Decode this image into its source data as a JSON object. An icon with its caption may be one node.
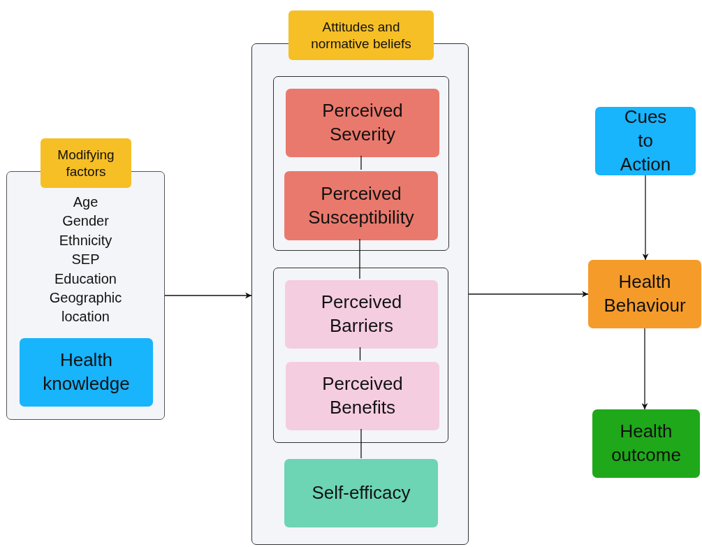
{
  "diagram": {
    "nodes": [
      {
        "text": [
          "Age",
          "Gender",
          "Ethnicity",
          "SEP",
          "Education",
          "Geographic location"
        ]
      },
      {
        "text": [
          "Modifying factors"
        ]
      },
      {
        "text": [
          "Health knowledge"
        ],
        "in": 0
      },
      {
        "text": [],
        "shape": "box"
      },
      {
        "text": [
          "Attitudes and normative beliefs"
        ]
      },
      {
        "text": [],
        "shape": "box",
        "in": 3
      },
      {
        "text": [
          "Perceived Severity"
        ],
        "in": 5
      },
      {
        "text": [
          "Perceived Susceptibility"
        ],
        "in": 5
      },
      {
        "text": [],
        "shape": "box",
        "in": 3
      },
      {
        "text": [
          "Perceived Barriers"
        ],
        "in": 8
      },
      {
        "text": [
          "Perceived Benefits"
        ],
        "in": 8
      },
      {
        "text": [
          "Self-efficacy"
        ],
        "in": 3
      },
      {
        "text": [
          "Cues to Action"
        ]
      },
      {
        "text": [
          "Health Behaviour"
        ]
      },
      {
        "text": [
          "Health outcome"
        ]
      }
    ],
    "edges": [
      {
        "from": 0,
        "to": 3,
        "arrow": "to"
      },
      {
        "from": 3,
        "to": 13,
        "arrow": "to"
      },
      {
        "from": 12,
        "to": 13,
        "arrow": "to"
      },
      {
        "from": 13,
        "to": 14,
        "arrow": "to"
      },
      {
        "from": 6,
        "to": 7,
        "arrow": "none"
      },
      {
        "from": 7,
        "to": 9,
        "arrow": "none"
      },
      {
        "from": 9,
        "to": 10,
        "arrow": "none"
      },
      {
        "from": 10,
        "to": 11,
        "arrow": "none"
      }
    ]
  }
}
